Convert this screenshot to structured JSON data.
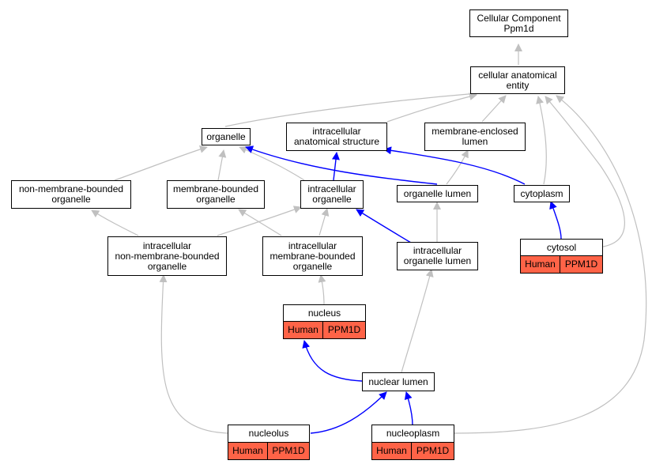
{
  "nodes": {
    "root": "Cellular Component\nPpm1d",
    "cae": "cellular anatomical\nentity",
    "organelle": "organelle",
    "ias": "intracellular\nanatomical structure",
    "mel": "membrane-enclosed\nlumen",
    "nmbo": "non-membrane-bounded\norganelle",
    "mbo": "membrane-bounded\norganelle",
    "io": "intracellular\norganelle",
    "ol": "organelle lumen",
    "cytoplasm": "cytoplasm",
    "inmbo": "intracellular\nnon-membrane-bounded\norganelle",
    "imbo": "intracellular\nmembrane-bounded\norganelle",
    "iol": "intracellular\norganelle lumen",
    "cytosol": "cytosol",
    "nucleus": "nucleus",
    "nl": "nuclear lumen",
    "nucleolus": "nucleolus",
    "nucleoplasm": "nucleoplasm"
  },
  "annotations": {
    "cytosol": [
      "Human",
      "PPM1D"
    ],
    "nucleus": [
      "Human",
      "PPM1D"
    ],
    "nucleolus": [
      "Human",
      "PPM1D"
    ],
    "nucleoplasm": [
      "Human",
      "PPM1D"
    ]
  },
  "colors": {
    "is_a_edge": "#c0c0c0",
    "part_of_edge": "#0000ff",
    "annotation_fill": "#ff6347"
  }
}
